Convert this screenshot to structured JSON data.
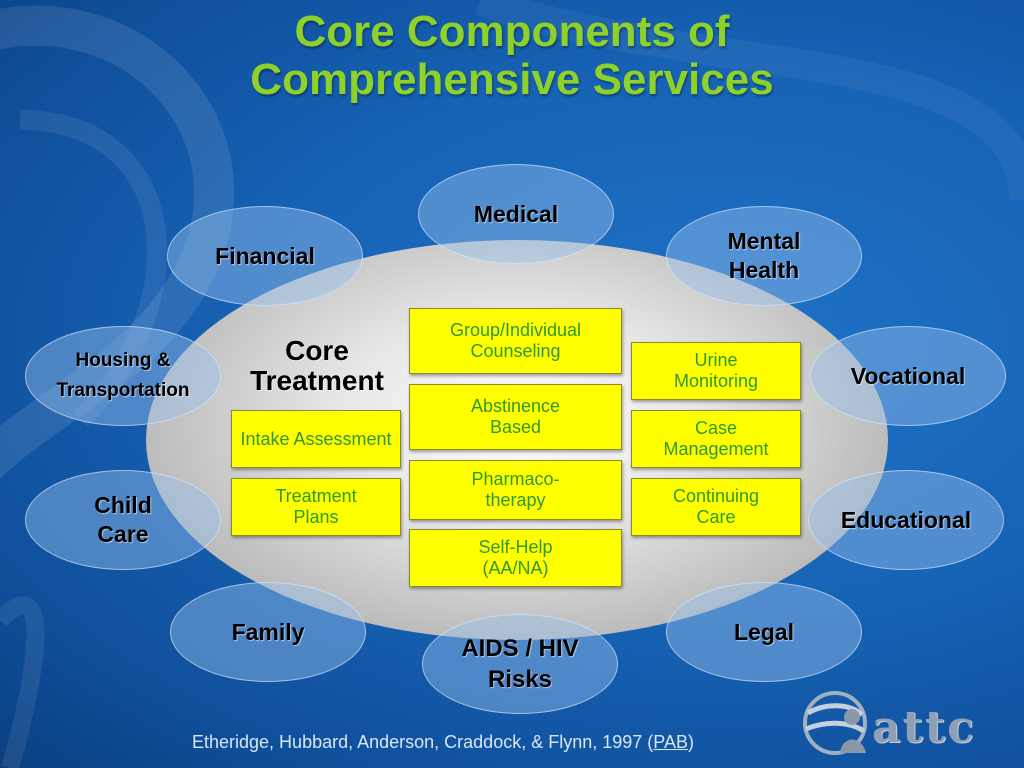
{
  "title": {
    "line1": "Core Components of",
    "line2": "Comprehensive Services"
  },
  "core_label": "Core Treatment",
  "outer_services": [
    {
      "id": "medical",
      "label": "Medical"
    },
    {
      "id": "financial",
      "label": "Financial"
    },
    {
      "id": "mental-health",
      "label": "Mental Health"
    },
    {
      "id": "housing",
      "label": "Housing & Transportation"
    },
    {
      "id": "vocational",
      "label": "Vocational"
    },
    {
      "id": "child-care",
      "label": "Child Care"
    },
    {
      "id": "educational",
      "label": "Educational"
    },
    {
      "id": "family",
      "label": "Family"
    },
    {
      "id": "legal",
      "label": "Legal"
    },
    {
      "id": "aids",
      "label": "AIDS / HIV Risks"
    }
  ],
  "core_components": {
    "left": [
      {
        "label": "Intake Assessment"
      },
      {
        "label": "Treatment Plans"
      }
    ],
    "center": [
      {
        "label": "Group/Individual Counseling"
      },
      {
        "label": "Abstinence Based"
      },
      {
        "label": "Pharmaco-therapy"
      },
      {
        "label": "Self-Help (AA/NA)"
      }
    ],
    "right": [
      {
        "label": "Urine Monitoring"
      },
      {
        "label": "Case Management"
      },
      {
        "label": "Continuing Care"
      }
    ]
  },
  "citation": {
    "text": "Etheridge, Hubbard, Anderson, Craddock, & Flynn, 1997 (",
    "link": "PAB",
    "close": ")"
  },
  "logo": {
    "text": "attc"
  },
  "colors": {
    "title": "#8ed12a",
    "box_fill": "#ffff00",
    "box_text": "#2e9a2e",
    "background": "#1763b6"
  }
}
